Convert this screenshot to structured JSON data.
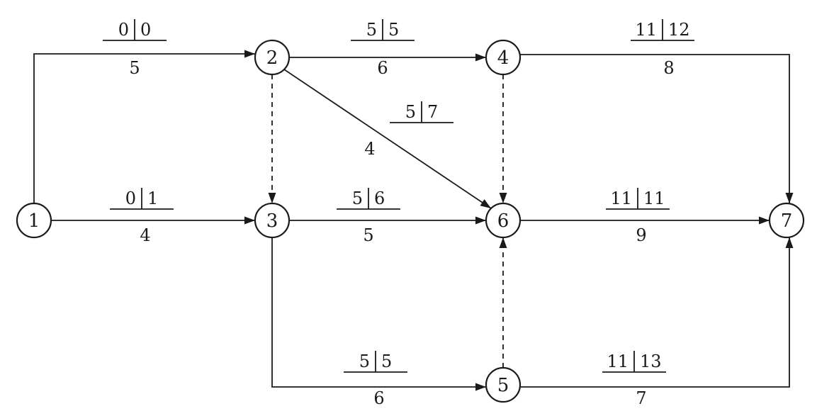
{
  "nodes": [
    {
      "id": "1",
      "label": "1"
    },
    {
      "id": "2",
      "label": "2"
    },
    {
      "id": "3",
      "label": "3"
    },
    {
      "id": "4",
      "label": "4"
    },
    {
      "id": "5",
      "label": "5"
    },
    {
      "id": "6",
      "label": "6"
    },
    {
      "id": "7",
      "label": "7"
    }
  ],
  "activities": [
    {
      "id": "1-2",
      "from": "1",
      "to": "2",
      "duration": "5",
      "left": "0",
      "right": "0"
    },
    {
      "id": "1-3",
      "from": "1",
      "to": "3",
      "duration": "4",
      "left": "0",
      "right": "1"
    },
    {
      "id": "2-4",
      "from": "2",
      "to": "4",
      "duration": "6",
      "left": "5",
      "right": "5"
    },
    {
      "id": "2-6",
      "from": "2",
      "to": "6",
      "duration": "4",
      "left": "5",
      "right": "7"
    },
    {
      "id": "3-6",
      "from": "3",
      "to": "6",
      "duration": "5",
      "left": "5",
      "right": "6"
    },
    {
      "id": "3-5",
      "from": "3",
      "to": "5",
      "duration": "6",
      "left": "5",
      "right": "5"
    },
    {
      "id": "4-7",
      "from": "4",
      "to": "7",
      "duration": "8",
      "left": "11",
      "right": "12"
    },
    {
      "id": "6-7",
      "from": "6",
      "to": "7",
      "duration": "9",
      "left": "11",
      "right": "11"
    },
    {
      "id": "5-7",
      "from": "5",
      "to": "7",
      "duration": "7",
      "left": "11",
      "right": "13"
    }
  ],
  "dummy_activities": [
    {
      "id": "2-3",
      "from": "2",
      "to": "3"
    },
    {
      "id": "4-6",
      "from": "4",
      "to": "6"
    },
    {
      "id": "5-6",
      "from": "5",
      "to": "6"
    }
  ],
  "colors": {
    "ink": "#1a1a1a",
    "background": "#ffffff"
  }
}
